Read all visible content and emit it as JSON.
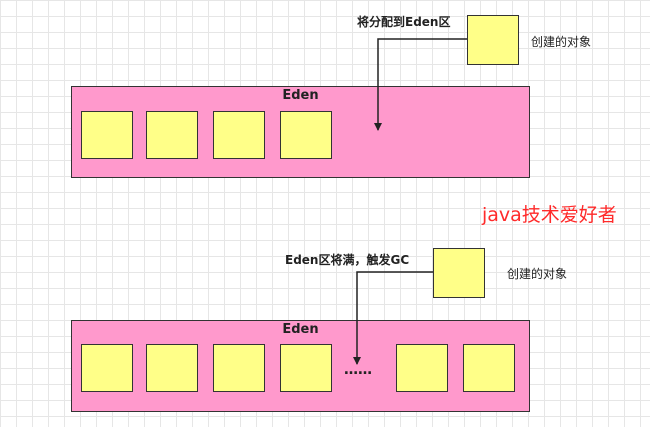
{
  "top": {
    "annotation": "将分配到Eden区",
    "new_object_label": "创建的对象",
    "eden_label": "Eden"
  },
  "bottom": {
    "annotation": "Eden区将满，触发GC",
    "new_object_label": "创建的对象",
    "eden_label": "Eden",
    "ellipsis": "……"
  },
  "watermark": "java技术爱好者",
  "colors": {
    "eden": "#ff99cc",
    "object": "#ffff88",
    "watermark": "#ff2a2a"
  }
}
